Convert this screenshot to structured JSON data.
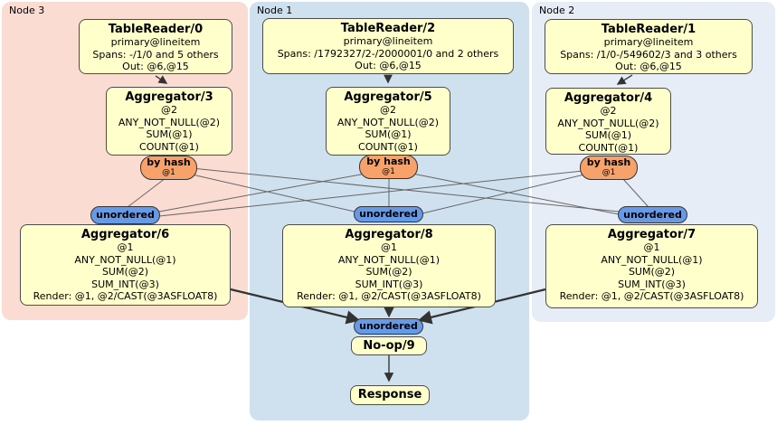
{
  "regions": {
    "node3": {
      "label": "Node 3",
      "bg": "#fbdcd2"
    },
    "node1": {
      "label": "Node 1",
      "bg": "#cfe0ee"
    },
    "node2": {
      "label": "Node 2",
      "bg": "#e7edf6"
    }
  },
  "router": {
    "label": "by hash",
    "detail": "@1",
    "bg": "#f7a26b"
  },
  "sync": {
    "label": "unordered",
    "bg": "#679ae6"
  },
  "processors": {
    "tablereader0": {
      "title": "TableReader/0",
      "lines": [
        "primary@lineitem",
        "Spans: -/1/0 and 5 others",
        "Out: @6,@15"
      ]
    },
    "tablereader2": {
      "title": "TableReader/2",
      "lines": [
        "primary@lineitem",
        "Spans: /1792327/2-/2000001/0 and 2 others",
        "Out: @6,@15"
      ]
    },
    "tablereader1": {
      "title": "TableReader/1",
      "lines": [
        "primary@lineitem",
        "Spans: /1/0-/549602/3 and 3 others",
        "Out: @6,@15"
      ]
    },
    "aggregator3": {
      "title": "Aggregator/3",
      "lines": [
        "@2",
        "ANY_NOT_NULL(@2)",
        "SUM(@1)",
        "COUNT(@1)"
      ]
    },
    "aggregator5": {
      "title": "Aggregator/5",
      "lines": [
        "@2",
        "ANY_NOT_NULL(@2)",
        "SUM(@1)",
        "COUNT(@1)"
      ]
    },
    "aggregator4": {
      "title": "Aggregator/4",
      "lines": [
        "@2",
        "ANY_NOT_NULL(@2)",
        "SUM(@1)",
        "COUNT(@1)"
      ]
    },
    "aggregator6": {
      "title": "Aggregator/6",
      "lines": [
        "@1",
        "ANY_NOT_NULL(@1)",
        "SUM(@2)",
        "SUM_INT(@3)",
        "Render: @1, @2/CAST(@3ASFLOAT8)"
      ]
    },
    "aggregator8": {
      "title": "Aggregator/8",
      "lines": [
        "@1",
        "ANY_NOT_NULL(@1)",
        "SUM(@2)",
        "SUM_INT(@3)",
        "Render: @1, @2/CAST(@3ASFLOAT8)"
      ]
    },
    "aggregator7": {
      "title": "Aggregator/7",
      "lines": [
        "@1",
        "ANY_NOT_NULL(@1)",
        "SUM(@2)",
        "SUM_INT(@3)",
        "Render: @1, @2/CAST(@3ASFLOAT8)"
      ]
    },
    "noop9": {
      "title": "No-op/9"
    },
    "response": {
      "title": "Response"
    }
  },
  "colors": {
    "processor_bg": "#ffffcb",
    "processor_border": "#4d4d4d",
    "edge_thin": "#666666",
    "edge_thick": "#333333"
  }
}
